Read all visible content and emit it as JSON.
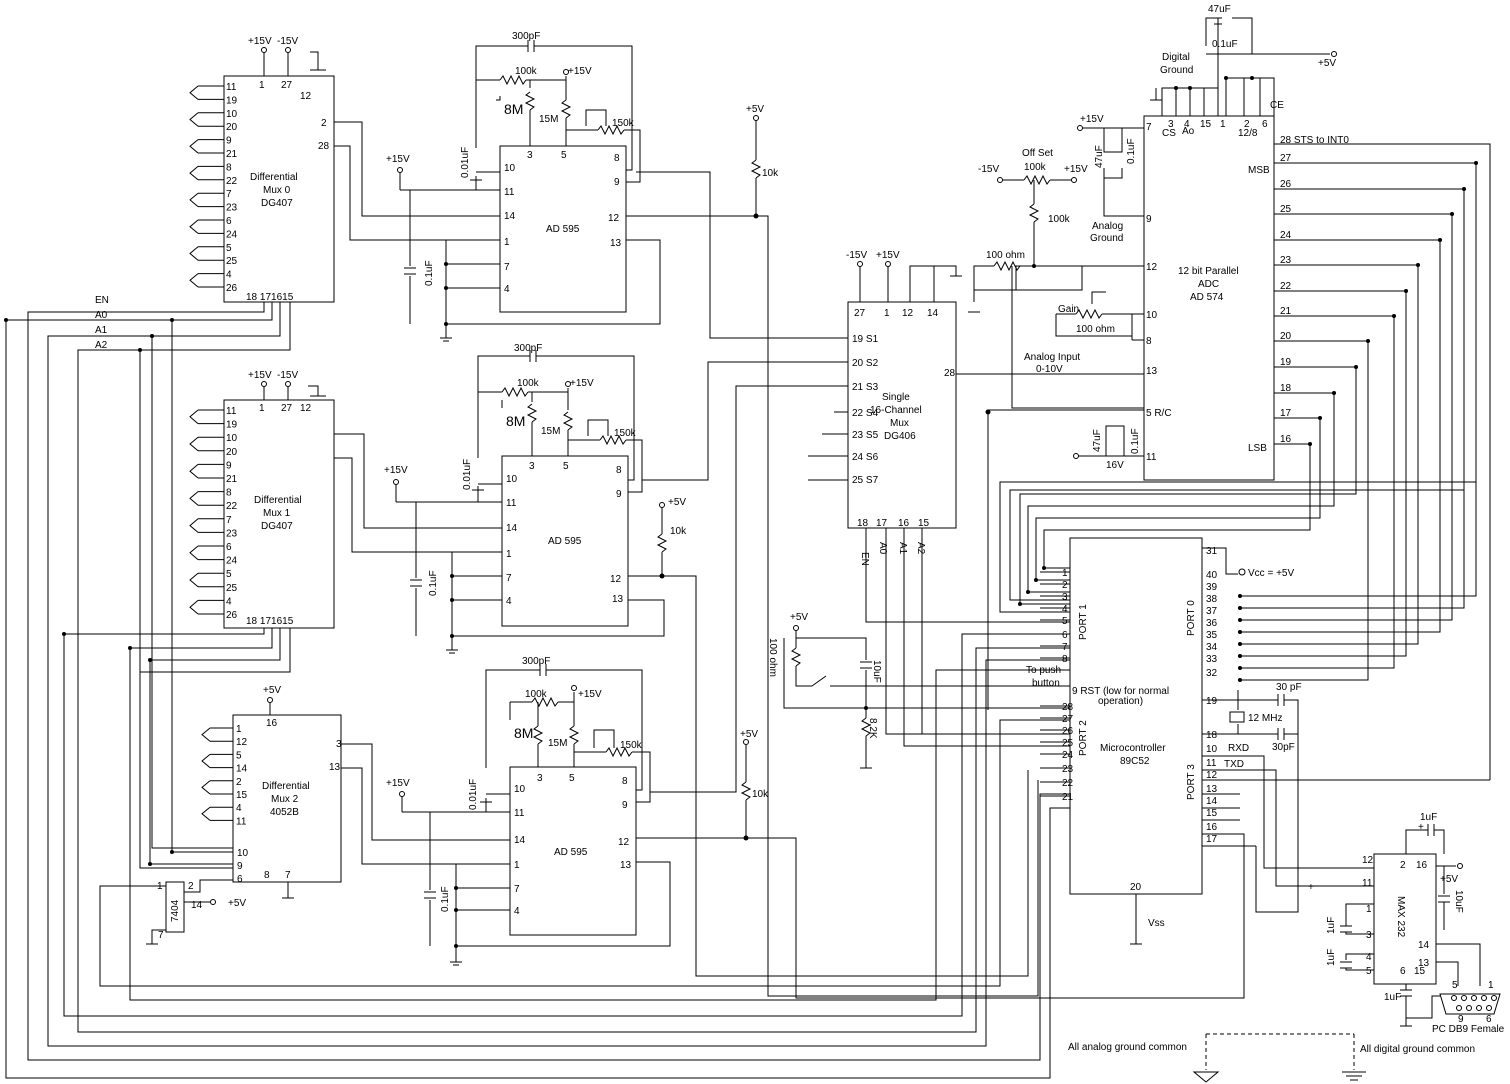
{
  "chips": {
    "mux0": {
      "lines": [
        "Differential",
        "Mux 0",
        "DG407"
      ]
    },
    "mux1": {
      "lines": [
        "Differential",
        "Mux 1",
        "DG407"
      ]
    },
    "mux2": {
      "lines": [
        "Differential",
        "Mux 2",
        "4052B"
      ]
    },
    "ad595_a": {
      "label": "AD 595"
    },
    "ad595_b": {
      "label": "AD 595"
    },
    "ad595_c": {
      "label": "AD 595"
    },
    "dg406": {
      "lines": [
        "Single",
        "16-Channel",
        "Mux",
        "DG406"
      ]
    },
    "adc": {
      "lines": [
        "12 bit Parallel",
        "ADC",
        "AD 574"
      ]
    },
    "mcu": {
      "lines": [
        "Microcontroller",
        "89C52"
      ]
    },
    "max232": {
      "label": "MAX 232"
    },
    "inv": {
      "label": "7404"
    }
  },
  "pins": {
    "mux_left": [
      "11",
      "19",
      "10",
      "20",
      "9",
      "21",
      "8",
      "22",
      "7",
      "23",
      "6",
      "24",
      "5",
      "25",
      "4",
      "26"
    ],
    "mux0_top": [
      "1",
      "27",
      "12"
    ],
    "mux0_right": [
      "2",
      "28"
    ],
    "mux0_bottom": "18 171615",
    "mux1_top": [
      "1",
      "27",
      "12"
    ],
    "mux1_bottom": "18 171615",
    "mux2_left": [
      "1",
      "12",
      "5",
      "14",
      "2",
      "15",
      "4",
      "11"
    ],
    "mux2_top": "16",
    "mux2_right": [
      "3",
      "13"
    ],
    "mux2_ctrl": [
      "10",
      "9",
      "6"
    ],
    "mux2_bottom": [
      "8",
      "7"
    ],
    "ad595_left": [
      "10",
      "11",
      "14",
      "1",
      "7",
      "4"
    ],
    "ad595_top": [
      "3",
      "5"
    ],
    "ad595_right": [
      "8",
      "9",
      "12",
      "13"
    ],
    "dg406_top": [
      "27",
      "1",
      "12",
      "14"
    ],
    "dg406_left": [
      "19 S1",
      "20 S2",
      "21 S3",
      "22 S4",
      "23 S5",
      "24 S6",
      "25 S7"
    ],
    "dg406_right": "28",
    "dg406_bottom": [
      "18",
      "17",
      "16",
      "15"
    ],
    "adc_top": [
      "3",
      "4",
      "15",
      "1",
      "2",
      "6"
    ],
    "adc_left": [
      "7",
      "9",
      "12",
      "10",
      "8",
      "13",
      "5 R/C",
      "11"
    ],
    "adc_right_top": "28 STS  to INT0",
    "adc_right": [
      "27",
      "26",
      "25",
      "24",
      "23",
      "22",
      "21",
      "20",
      "19",
      "18",
      "17",
      "16"
    ],
    "mcu_left": [
      "1",
      "2",
      "3",
      "4",
      "5",
      "6",
      "7",
      "8",
      "9 RST (low for normal",
      "28",
      "27",
      "26",
      "25",
      "24",
      "23",
      "22",
      "21"
    ],
    "mcu_right": [
      "31",
      "40",
      "39",
      "38",
      "37",
      "36",
      "35",
      "34",
      "33",
      "32",
      "19",
      "18",
      "10",
      "11",
      "12",
      "13",
      "14",
      "15",
      "16",
      "17"
    ],
    "mcu_bottom": "20",
    "max_left": [
      "12",
      "11",
      "1",
      "3",
      "4",
      "5"
    ],
    "max_right": [
      "2",
      "16",
      "14",
      "13",
      "6",
      "15"
    ],
    "db9": [
      "5",
      "1",
      "9",
      "6"
    ],
    "inv_pins": [
      "1",
      "2",
      "14",
      "7"
    ]
  },
  "labels": {
    "p15v": "+15V",
    "m15v": "-15V",
    "p5v": "+5V",
    "en": "EN",
    "a0": "A0",
    "a1": "A1",
    "a2": "A2",
    "c300p": "300pF",
    "r100k": "100k",
    "r8m": "8M",
    "r15m": "15M",
    "r150k": "150k",
    "c001u": "0.01uF",
    "c01u": "0.1uF",
    "r10k": "10k",
    "c47u": "47uF",
    "digital_ground": [
      "Digital",
      "Ground"
    ],
    "analog_ground": [
      "Analog",
      "Ground"
    ],
    "offset": "Off Set",
    "r100ohm": "100 ohm",
    "gain": "Gain",
    "analog_input": [
      "Analog Input",
      "0-10V"
    ],
    "cs": "CS",
    "ao": "Ao",
    "b128": "12/8",
    "ce": "CE",
    "msb": "MSB",
    "lsb": "LSB",
    "c10u": "10uF",
    "r82k": "8.2K",
    "push": [
      "To push",
      "button"
    ],
    "operation": "operation)",
    "port0": "PORT 0",
    "port1": "PORT 1",
    "port2": "PORT 2",
    "port3": "PORT 3",
    "vcc": "Vcc = +5V",
    "c30p": "30 pF",
    "c30p2": "30pF",
    "xtal": "12 MHz",
    "rxd": "RXD",
    "txd": "TXD",
    "vss": "Vss",
    "c1u": "1uF",
    "plus": "+",
    "db9_label": "PC DB9 Female",
    "analog_common": "All analog ground common",
    "digital_common": "All digital ground common",
    "v16": "16V",
    "dg_ctrl": [
      "EN",
      "A0",
      "A1",
      "A2"
    ]
  }
}
